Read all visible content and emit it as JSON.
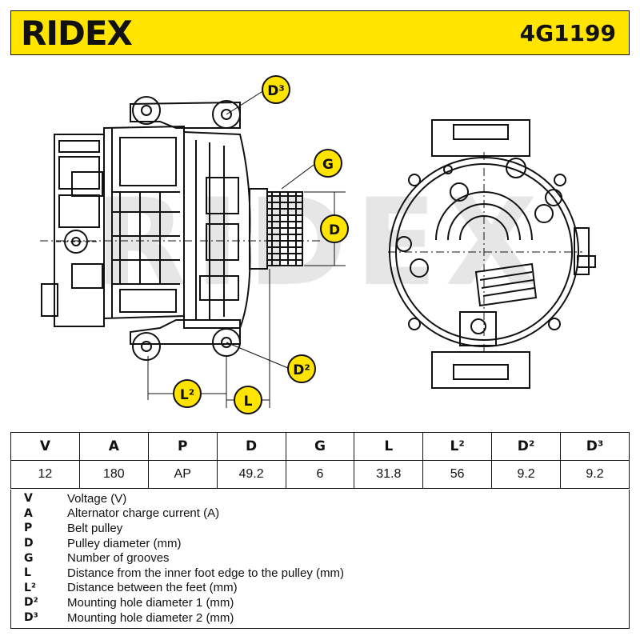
{
  "brand": "RIDEX",
  "part_number": "4G1199",
  "watermark": "RIDEX",
  "callouts": {
    "d3": "D³",
    "g": "G",
    "d": "D",
    "d2": "D²",
    "l2": "L²",
    "l": "L"
  },
  "table": {
    "headers": [
      "V",
      "A",
      "P",
      "D",
      "G",
      "L",
      "L²",
      "D²",
      "D³"
    ],
    "values": [
      "12",
      "180",
      "AP",
      "49.2",
      "6",
      "31.8",
      "56",
      "9.2",
      "9.2"
    ]
  },
  "legend": [
    {
      "key": "V",
      "desc": "Voltage (V)"
    },
    {
      "key": "A",
      "desc": "Alternator charge current (A)"
    },
    {
      "key": "P",
      "desc": "Belt pulley"
    },
    {
      "key": "D",
      "desc": "Pulley diameter (mm)"
    },
    {
      "key": "G",
      "desc": "Number of grooves"
    },
    {
      "key": "L",
      "desc": "Distance from the inner foot edge to the pulley (mm)"
    },
    {
      "key": "L²",
      "desc": "Distance between the feet (mm)"
    },
    {
      "key": "D²",
      "desc": "Mounting hole diameter 1 (mm)"
    },
    {
      "key": "D³",
      "desc": "Mounting hole diameter 2 (mm)"
    }
  ],
  "colors": {
    "accent": "#ffe400",
    "line": "#111111"
  }
}
